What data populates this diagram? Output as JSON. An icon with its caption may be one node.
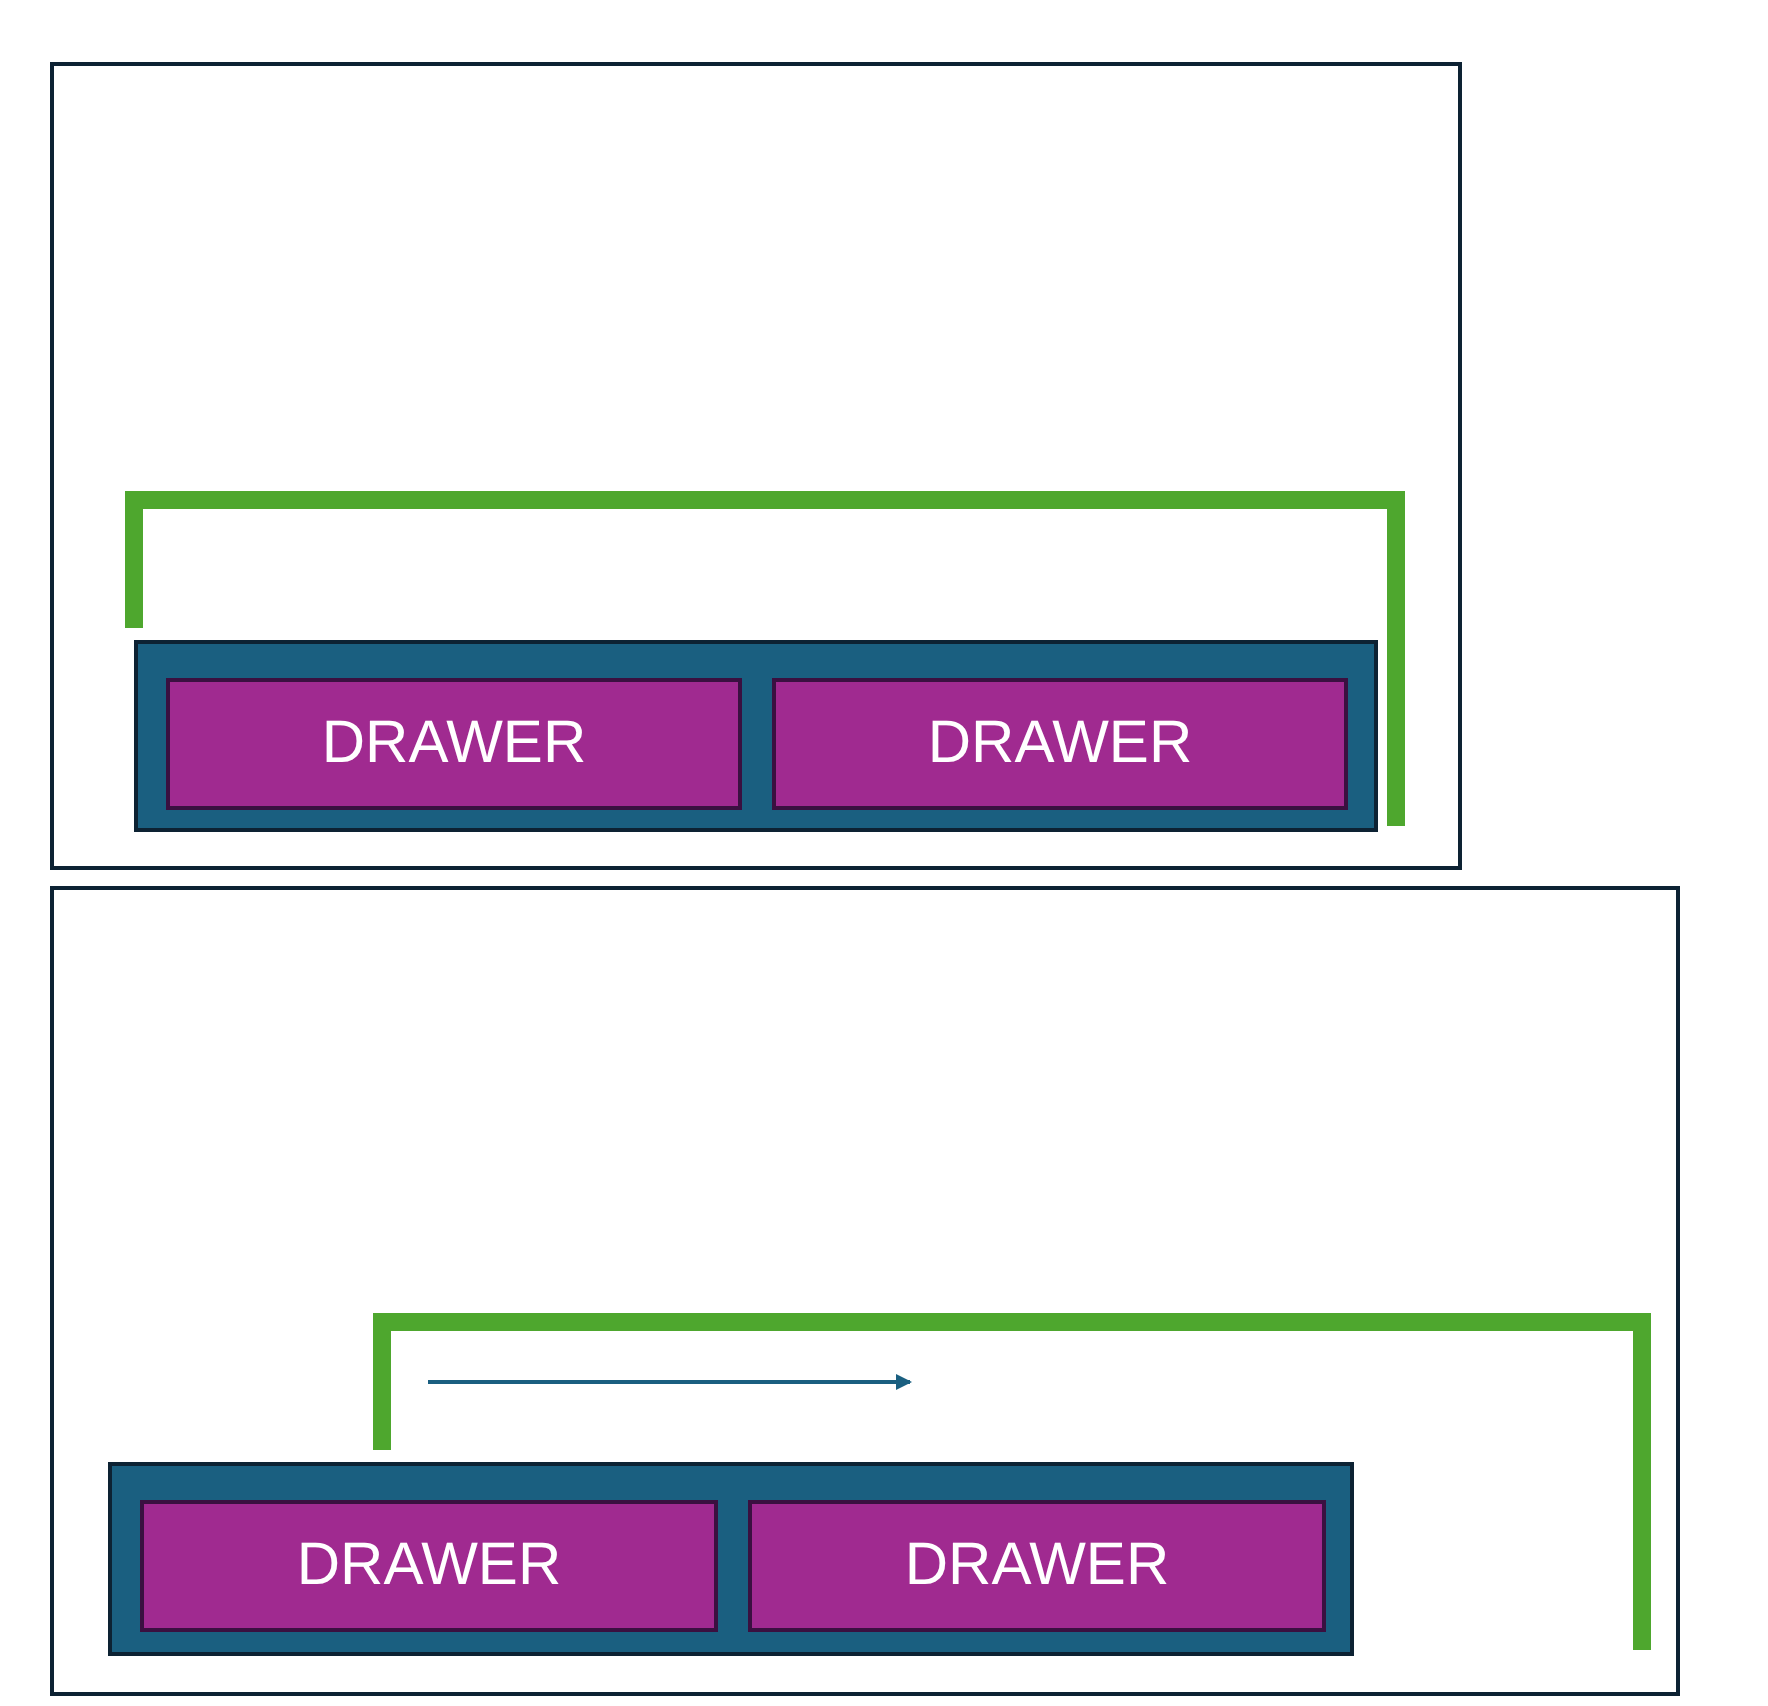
{
  "diagram": {
    "nodes": [
      {
        "text": [],
        "shape": "box"
      },
      {
        "text": [],
        "shape": "bar",
        "in": 0
      },
      {
        "text": [
          "DRAWER"
        ],
        "in": 1
      },
      {
        "text": [
          "DRAWER"
        ],
        "in": 1
      },
      {
        "text": [],
        "shape": "box"
      },
      {
        "text": [],
        "shape": "bar",
        "in": 4
      },
      {
        "text": [
          "DRAWER"
        ],
        "in": 5
      },
      {
        "text": [
          "DRAWER"
        ],
        "in": 5
      }
    ],
    "edges": []
  }
}
